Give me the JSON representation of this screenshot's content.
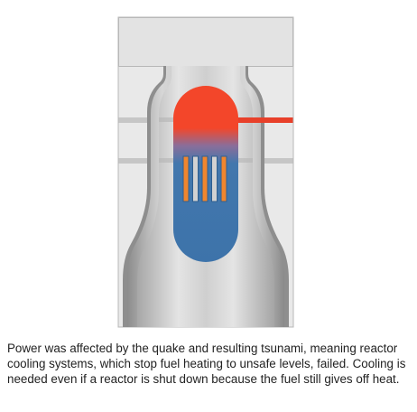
{
  "caption": "Power was affected by the quake and resulting tsunami, meaning reactor cooling systems, which stop fuel heating to unsafe levels, failed. Cooling is needed even if a reactor is shut down because the fuel still gives off heat.",
  "colors": {
    "building_panel": "#e9e9e9",
    "building_roof": "#e3e3e3",
    "building_border": "#b8b8b8",
    "containment_steel": "#b9b9b9",
    "containment_dark": "#8e8e8e",
    "pipe": "#c6c6c6",
    "steam_red": "#f24a2a",
    "hot_outlet_pipe": "#e8402a",
    "coolant_water": "#3f76ad",
    "fuel_rod_orange": "#f0862e",
    "fuel_rod_grey": "#d2d2d2",
    "caption_text": "#222222"
  },
  "fuel_rods": [
    "orange",
    "grey",
    "orange",
    "grey",
    "orange"
  ]
}
